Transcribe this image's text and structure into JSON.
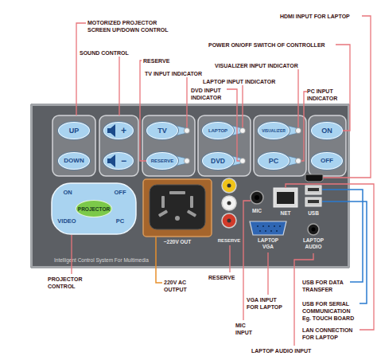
{
  "diagram": {
    "nodes": [
      {
        "text": [
          "~220V OUT",
          "RESERVE",
          "MIC",
          "NET",
          "USB",
          "LAPTOP VGA",
          "LAPTOP AUDIO",
          "Intelligent Control System For Multimedia"
        ]
      },
      {
        "text": [
          "UP"
        ],
        "in": 0
      },
      {
        "text": [
          "DOWN"
        ],
        "in": 0
      },
      {
        "text": [
          "+"
        ],
        "in": 0
      },
      {
        "text": [
          "−"
        ],
        "in": 0
      },
      {
        "text": [
          "TV"
        ],
        "in": 0
      },
      {
        "text": [
          "RESERVE"
        ],
        "in": 0
      },
      {
        "text": [
          "LAPTOP"
        ],
        "in": 0
      },
      {
        "text": [
          "DVD"
        ],
        "in": 0
      },
      {
        "text": [
          "VISUALIZER"
        ],
        "in": 0
      },
      {
        "text": [
          "PC"
        ],
        "in": 0
      },
      {
        "text": [
          "ON"
        ],
        "in": 0
      },
      {
        "text": [
          "OFF"
        ],
        "in": 0
      },
      {
        "text": [
          "ON",
          "OFF",
          "VIDEO",
          "PC"
        ],
        "in": 0
      },
      {
        "text": [
          "PROJECTOR"
        ],
        "in": 13
      }
    ],
    "labels": [
      "HDMI INPUT FOR LAPTOP",
      "MOTORIZED PROJECTOR SCREEN UP/DOWN CONTROL",
      "POWER ON/OFF SWITCH OF CONTROLLER",
      "SOUND CONTROL",
      "RESERVE",
      "VISUALIZER INPUT INDICATOR",
      "TV INPUT INDICATOR",
      "LAPTOP INPUT INDICATOR",
      "DVD INPUT INDICATOR",
      "PC INPUT INDICATOR",
      "PROJECTOR CONTROL",
      "220V AC OUTPUT",
      "RESERVE",
      "USB FOR DATA TRANSFER",
      "VGA INPUT FOR LAPTOP",
      "USB FOR SERIAL COMMUNICATION Eg. TOUCH BOARD",
      "MIC INPUT",
      "LAN CONNECTION FOR LAPTOP",
      "LAPTOP AUDIO INPUT"
    ]
  }
}
